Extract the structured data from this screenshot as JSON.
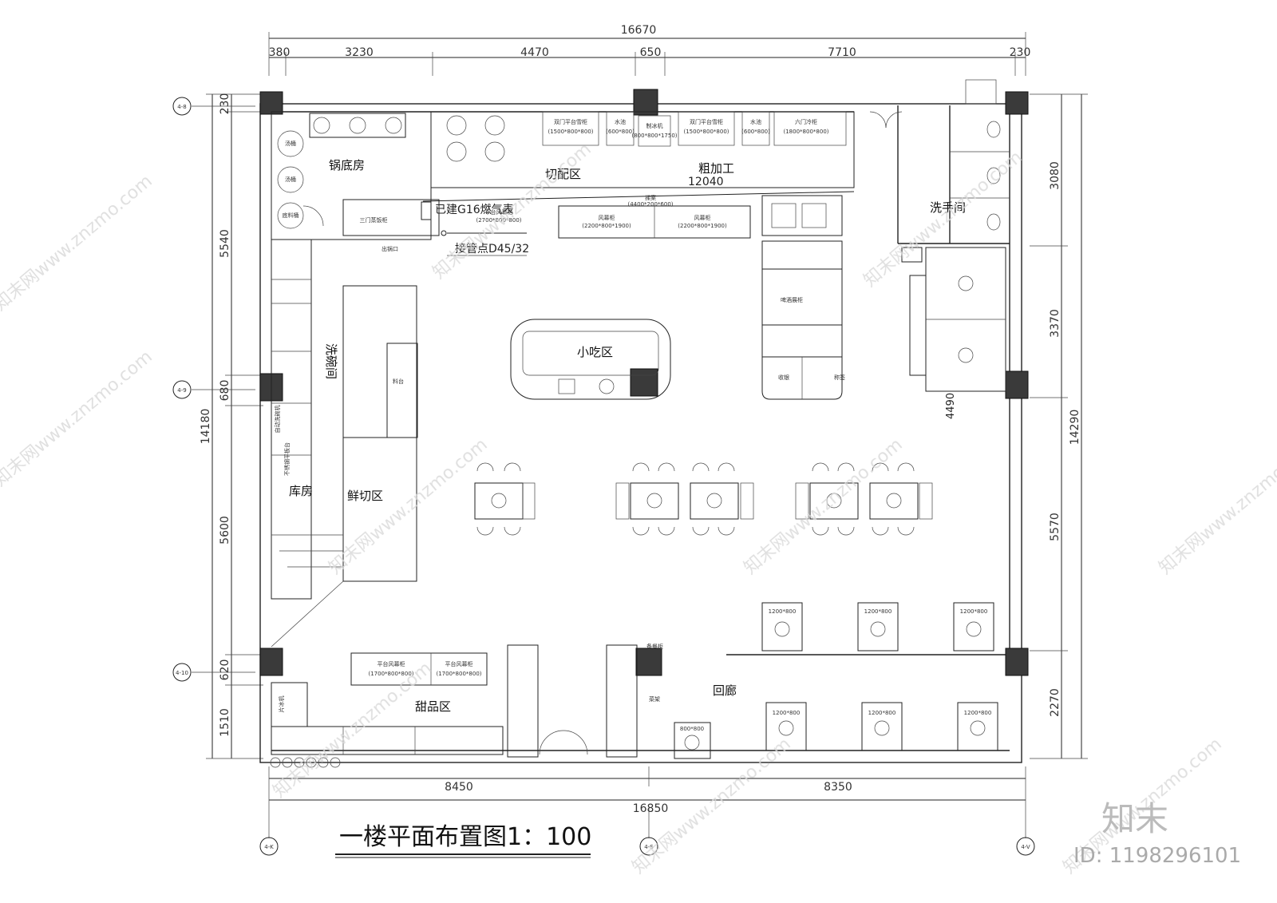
{
  "drawing": {
    "title": "一楼平面布置图1：100",
    "watermark_text": "知末网www.znzmo.com",
    "watermark_logo": "知末",
    "id_label": "ID: 1198296101"
  },
  "dimensions": {
    "top_total": "16670",
    "top_segments": [
      "380",
      "3230",
      "4470",
      "650",
      "7710",
      "230"
    ],
    "bottom_total": "16850",
    "bottom_segments": [
      "8450",
      "8350"
    ],
    "left_total": "14180",
    "left_segments": [
      "230",
      "5540",
      "680",
      "5600",
      "620",
      "1510"
    ],
    "right_total": "14290",
    "right_segments": [
      "3080",
      "3370",
      "5570",
      "2270"
    ],
    "inner_12040": "12040",
    "inner_4490": "4490"
  },
  "axes": {
    "row_labels": [
      "4-8",
      "4-9",
      "4-10"
    ],
    "col_labels": [
      "4-K",
      "4-S",
      "4-V"
    ]
  },
  "rooms": {
    "guodi": "锅底房",
    "qiepei": "切配区",
    "cujiagong": "粗加工",
    "xishoujian": "洗手间",
    "xiaochi": "小吃区",
    "kufang": "库房",
    "xianqie": "鲜切区",
    "xiwanjian": "洗碗间",
    "tianpin": "甜品区",
    "huilang": "回廊"
  },
  "annotations": {
    "gas_meter": "已建G16燃气表",
    "pipe": "接管点D45/32",
    "chuguokou": "出锅口",
    "liaotai": "料台",
    "shouyin": "收银",
    "chengqian": "称签",
    "beicangui": "备餐柜",
    "caijia": "菜架",
    "pijiu": "啤酒展柜",
    "table_1200": "1200*800",
    "table_800": "800*800"
  },
  "equipment": {
    "e1": "双门平台雪柜",
    "e1s": "(1500*800*800)",
    "e2": "水池",
    "e2s": "(600*800)",
    "e3": "制冰机",
    "e3s": "(800*800*1750)",
    "e4": "六门冷柜",
    "e4s": "(1800*800*800)",
    "e5": "风幕柜",
    "e5s": "(2200*800*1900)",
    "e6": "平台风幕柜",
    "e6s": "(2700*800*800)",
    "e7": "揉案",
    "e7s": "(4400*200*600)",
    "e8": "平台风幕柜",
    "e8s": "(1700*800*800)",
    "e9": "汤桶",
    "e10": "底料桶",
    "e11": "三门蒸饭柜",
    "e12": "片冰机",
    "e13": "自动洗碗机",
    "e14": "不锈钢平板台"
  },
  "colors": {
    "line": "#222222",
    "column": "#3a3a3a",
    "watermark": "#d9d9d9",
    "background": "#ffffff"
  }
}
